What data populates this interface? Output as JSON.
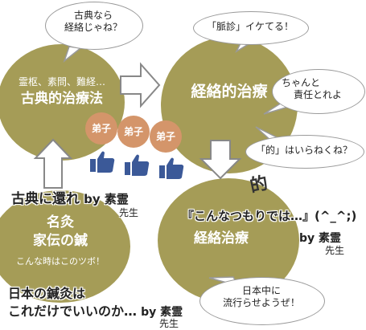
{
  "classical": {
    "sub": "霊枢、素問、難経…",
    "title": "古典的治療法",
    "bubble_line1": "古典なら",
    "bubble_line2": "経絡じゃね？"
  },
  "meridian": {
    "title": "経絡的治療",
    "bubble_top": "「脈診」イケてる！",
    "bubble_side_line1": "ちゃんと",
    "bubble_side_line2": "責任とれよ",
    "bubble_bottom": "「的」はいらねくね？"
  },
  "disciples": [
    "弟子",
    "弟子",
    "弟子"
  ],
  "teki_label": "的",
  "return_caption": "古典に還れ",
  "return_by": "by 素霊",
  "return_sensei": "先生",
  "folk": {
    "line1": "名灸",
    "line2": "家伝の鍼",
    "line3": "こんな時はこのツボ！"
  },
  "keiraku": {
    "quote": "『こんなつもりでは…』(^_^;)",
    "title": "経絡治療",
    "by": "by 素霊",
    "sensei": "先生",
    "bubble_line1": "日本中に",
    "bubble_line2": "流行らせようぜ！"
  },
  "bottom_caption_line1": "日本の鍼灸は",
  "bottom_caption_line2": "これだけでいいのか…",
  "bottom_by": "by 素霊",
  "bottom_sensei": "先生",
  "colors": {
    "olive": "#a59c57",
    "disciple": "#d4956a",
    "thumb": "#3b5998"
  }
}
